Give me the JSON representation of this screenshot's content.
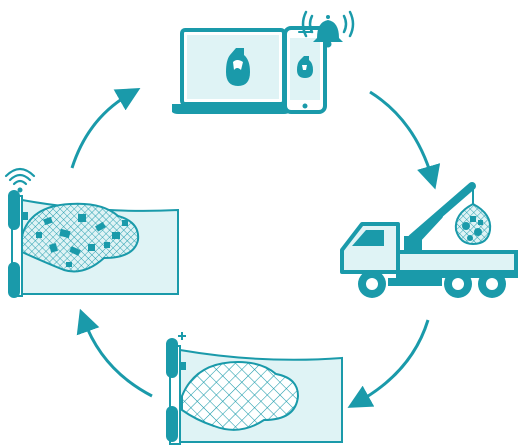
{
  "colors": {
    "primary": "#1a9aaa",
    "light_fill": "#dff3f5",
    "water": "#cfecef",
    "white": "#ffffff"
  },
  "nodes": [
    {
      "id": "notification-devices",
      "icons": [
        "laptop-icon",
        "smartphone-icon",
        "alarm-bell-icon",
        "trash-bag-icon"
      ]
    },
    {
      "id": "collection-truck",
      "icons": [
        "crane-truck-icon",
        "full-net-bag-icon"
      ]
    },
    {
      "id": "empty-net-trap",
      "icons": [
        "empty-net-icon",
        "mounting-bracket-icon"
      ]
    },
    {
      "id": "full-net-trap",
      "icons": [
        "full-net-icon",
        "wifi-signal-icon",
        "mounting-bracket-icon"
      ]
    }
  ],
  "cycle_direction": "clockwise"
}
